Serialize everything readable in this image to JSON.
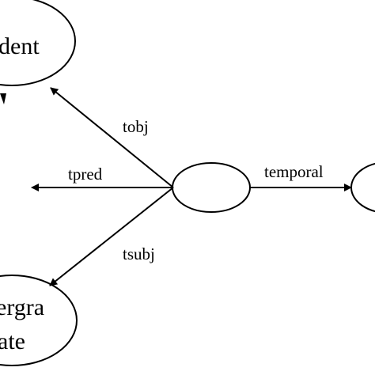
{
  "diagram": {
    "nodes": {
      "student": {
        "label": "dent"
      },
      "center": {
        "label": ""
      },
      "undergraduate": {
        "line1": "ergra",
        "line2": "ate"
      },
      "right": {
        "label": ""
      }
    },
    "edges": {
      "tobj": {
        "label": "tobj"
      },
      "tpred": {
        "label": "tpred"
      },
      "tsubj": {
        "label": "tsubj"
      },
      "temporal": {
        "label": "temporal"
      }
    },
    "colors": {
      "stroke": "#000000",
      "background": "#ffffff"
    }
  }
}
